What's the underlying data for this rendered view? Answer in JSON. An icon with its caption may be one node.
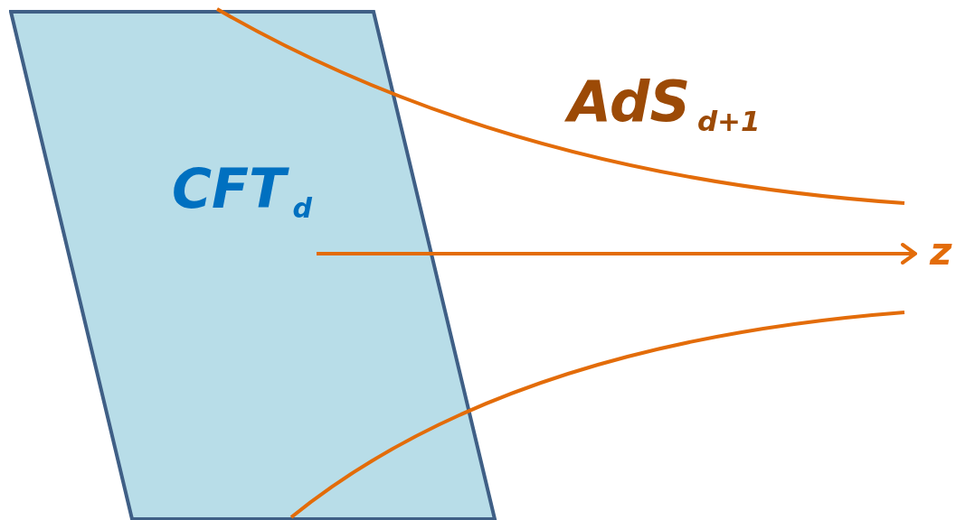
{
  "diagram": {
    "nodes": [
      {
        "text": [
          "CFT$_{d}$"
        ]
      },
      {
        "text": [
          "z"
        ]
      }
    ],
    "edges": [
      {
        "from": 0,
        "to": 1,
        "arrow": "to"
      }
    ],
    "labels": [
      "AdS$_{d+1}$"
    ]
  }
}
